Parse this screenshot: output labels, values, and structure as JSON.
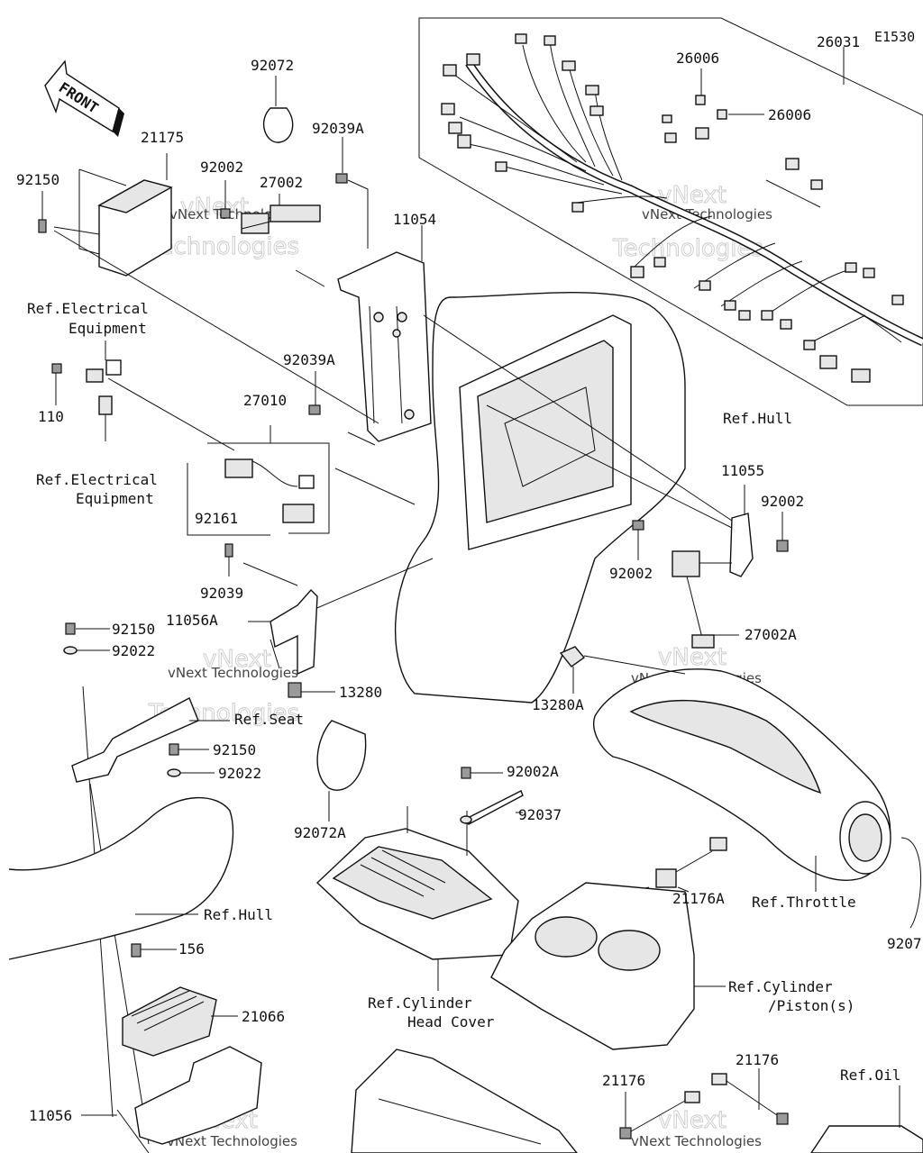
{
  "diagram_code": "E1530",
  "front_arrow": "FRONT",
  "watermark": {
    "line1": "vNext",
    "line2": "Technologies",
    "line_small": "vNext Technologies"
  },
  "parts": {
    "p26031": "26031",
    "p26006_top": "26006",
    "p26006_right": "26006",
    "p92072": "92072",
    "p92039A_top": "92039A",
    "p21175": "21175",
    "p92150_left": "92150",
    "p92002_top": "92002",
    "p27002": "27002",
    "p11054": "11054",
    "ref_electrical_1a": "Ref.Electrical",
    "ref_electrical_1b": "Equipment",
    "p92039A_mid": "92039A",
    "p110": "110",
    "ref_hull_top": "Ref.Hull",
    "p27010": "27010",
    "ref_electrical_2a": "Ref.Electrical",
    "ref_electrical_2b": "Equipment",
    "p11055": "11055",
    "p92002_right": "92002",
    "p92161": "92161",
    "p92002_mid": "92002",
    "p92039": "92039",
    "p11056A": "11056A",
    "p27002A": "27002A",
    "p92150_mid": "92150",
    "p92022_mid": "92022",
    "p13280": "13280",
    "p13280A": "13280A",
    "ref_seat": "Ref.Seat",
    "p92150_low": "92150",
    "p92022_low": "92022",
    "p92002A": "92002A",
    "p92037": "92037",
    "p92072A": "92072A",
    "ref_throttle": "Ref.Throttle",
    "p21176A": "21176A",
    "p9207_cut": "9207",
    "ref_hull_low": "Ref.Hull",
    "p156": "156",
    "p21066": "21066",
    "ref_cyl_head_a": "Ref.Cylinder",
    "ref_cyl_head_b": "Head Cover",
    "ref_cyl_piston_a": "Ref.Cylinder",
    "ref_cyl_piston_b": "/Piston(s)",
    "p21176_a": "21176",
    "p21176_b": "21176",
    "ref_oil_cut": "Ref.Oil",
    "p11056": "11056"
  }
}
